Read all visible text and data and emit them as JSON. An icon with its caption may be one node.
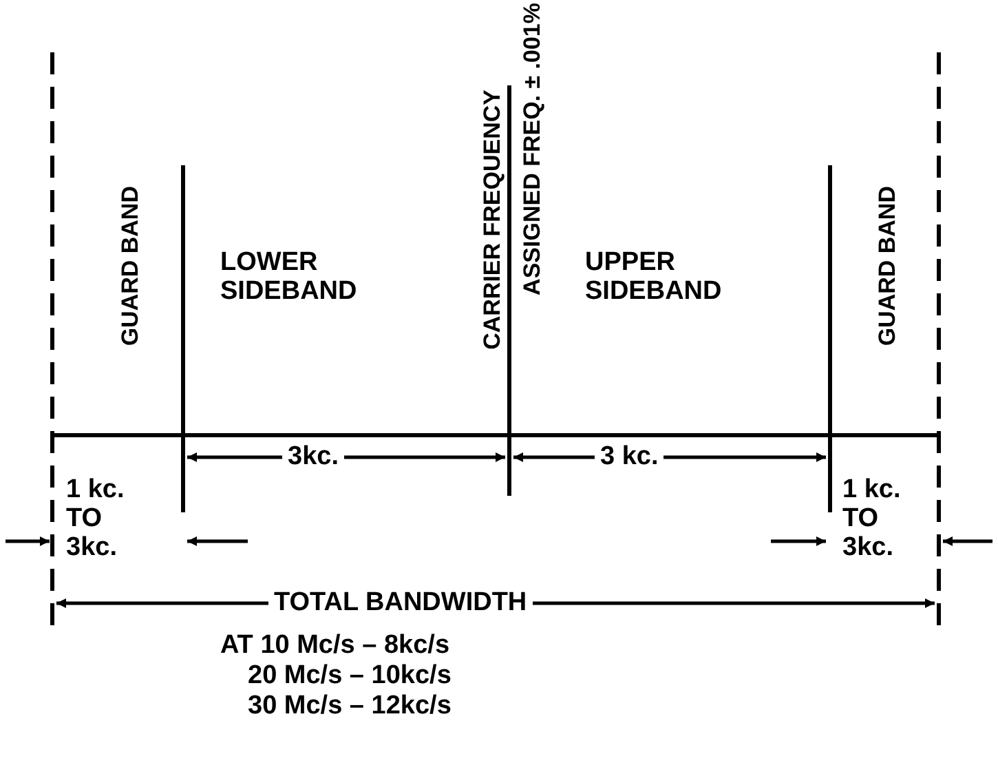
{
  "diagram": {
    "labels": [
      "GUARD BAND",
      "LOWER SIDEBAND",
      "CARRIER FREQUENCY",
      "ASSIGNED FREQ. ± .001%",
      "UPPER SIDEBAND",
      "GUARD BAND",
      "3kc.",
      "3 kc.",
      "1 kc. TO 3kc.",
      "1 kc. TO 3kc.",
      "TOTAL BANDWIDTH",
      "AT 10 Mc/s – 8kc/s",
      "20 Mc/s – 10kc/s",
      "30 Mc/s – 12kc/s"
    ]
  }
}
